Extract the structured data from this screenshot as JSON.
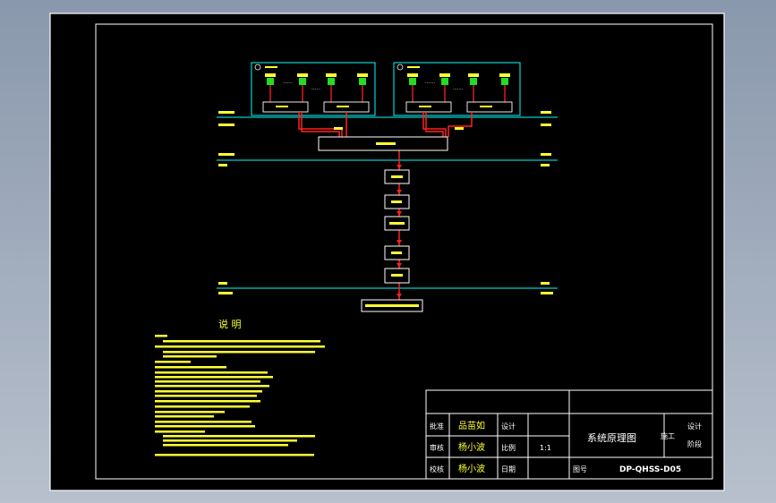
{
  "drawing": {
    "notes_title": "说 明",
    "dots_label": ".......",
    "title_block": {
      "row1": {
        "label": "批准",
        "sign": "品苗如",
        "label2": "设计"
      },
      "row2": {
        "label": "审核",
        "sign": "杨小波",
        "label2": "比例",
        "value": "1:1"
      },
      "row3": {
        "label": "校核",
        "sign": "杨小波",
        "label2": "日期"
      },
      "drawing_name": "系统原理图",
      "stage": "施工",
      "design": "设计",
      "phase": "阶段",
      "number_label": "图号",
      "number": "DP-QHSS-D05"
    }
  }
}
